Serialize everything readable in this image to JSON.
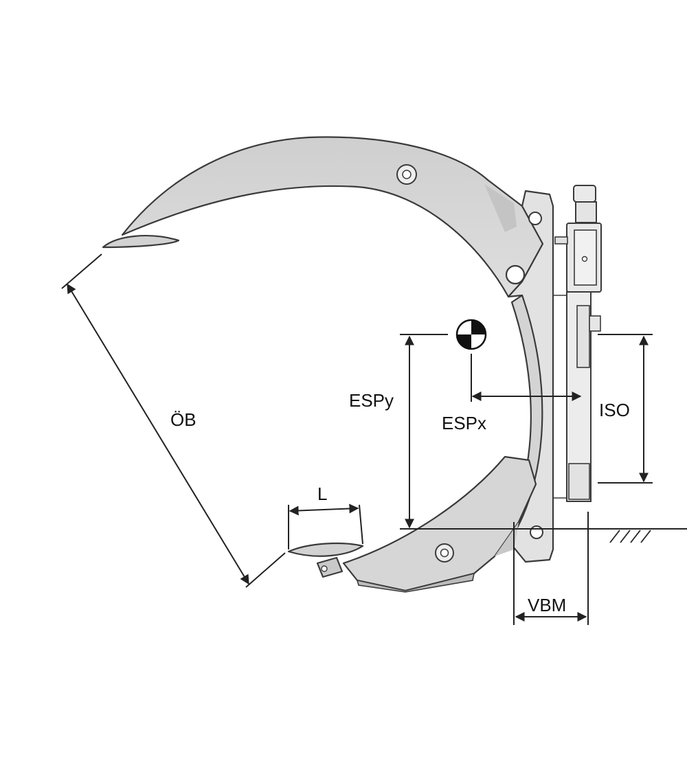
{
  "labels": {
    "opening": "ÖB",
    "length": "L",
    "cog_y": "ESPy",
    "cog_x": "ESPx",
    "iso": "ISO",
    "vbm": "VBM"
  },
  "colors": {
    "arm_fill": "#d8d8d8",
    "arm_shadow": "#bdbdbd",
    "frame_fill": "#e3e3e3",
    "outline": "#3a3a3a",
    "dim_line": "#222222",
    "cog_dark": "#111111"
  },
  "icons": {
    "center_of_gravity": "cog-symbol-icon",
    "ground": "ground-hatch-icon"
  }
}
